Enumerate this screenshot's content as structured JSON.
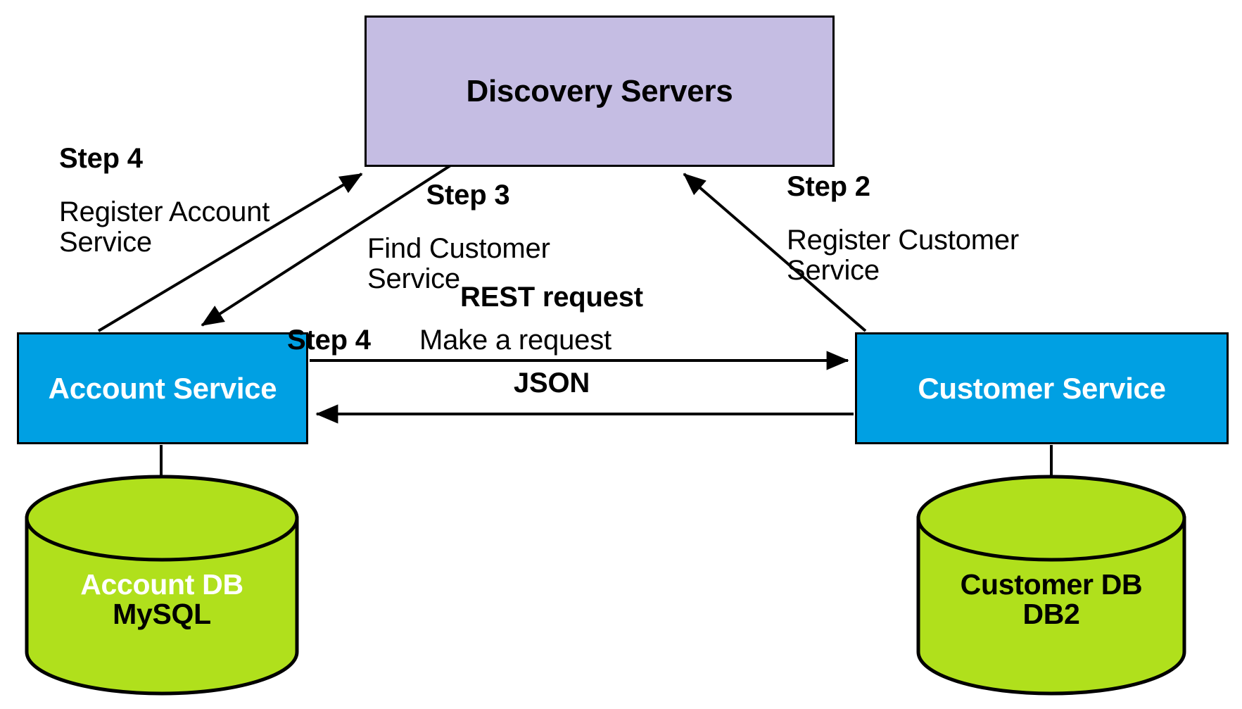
{
  "diagram": {
    "title": "Microservices discovery and REST interaction diagram",
    "colors": {
      "discovery_fill": "#C5BDE3",
      "service_fill": "#00A0E3",
      "database_fill": "#B0E01C",
      "stroke": "#000000",
      "service_text": "#FFFFFF"
    }
  },
  "nodes": {
    "discovery_servers": {
      "label": "Discovery Servers"
    },
    "account_service": {
      "label": "Account Service"
    },
    "customer_service": {
      "label": "Customer Service"
    },
    "account_db": {
      "line1": "Account DB",
      "line2": "MySQL"
    },
    "customer_db": {
      "line1": "Customer DB",
      "line2": "DB2"
    }
  },
  "annotations": {
    "step4_left": {
      "step": "Step 4",
      "desc": "Register Account\nService"
    },
    "step3": {
      "step": "Step 3",
      "desc": "Find Customer\nService"
    },
    "step2_right": {
      "step": "Step 2",
      "desc": "Register Customer\nService"
    },
    "rest_request": "REST request",
    "step4_mid": "Step 4",
    "make_request": "Make a request",
    "json": "JSON"
  }
}
